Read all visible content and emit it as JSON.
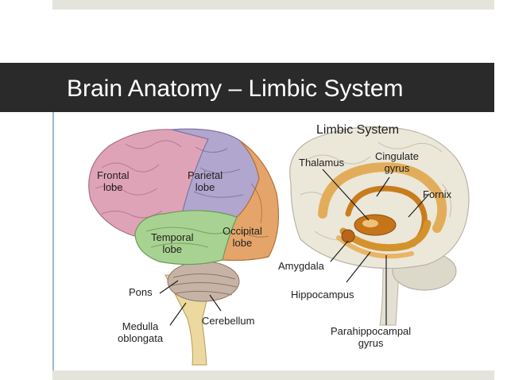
{
  "slide": {
    "title": "Brain Anatomy – Limbic System"
  },
  "left_brain": {
    "lobes": {
      "frontal": [
        "Frontal",
        "lobe"
      ],
      "parietal": [
        "Parietal",
        "lobe"
      ],
      "temporal": [
        "Temporal",
        "lobe"
      ],
      "occipital": [
        "Occipital",
        "lobe"
      ]
    },
    "labels": {
      "pons": "Pons",
      "medulla": [
        "Medulla",
        "oblongata"
      ],
      "cerebellum": "Cerebellum"
    }
  },
  "right_brain": {
    "title": "Limbic System",
    "labels": {
      "thalamus": "Thalamus",
      "cingulate": [
        "Cingulate",
        "gyrus"
      ],
      "fornix": "Fornix",
      "amygdala": "Amygdala",
      "hippocampus": "Hippocampus",
      "parahippocampal": [
        "Parahippocampal",
        "gyrus"
      ]
    }
  },
  "colors": {
    "title_band": "#2a2a2a",
    "frontal": "#dfa3b8",
    "parietal": "#b1a6cd",
    "temporal": "#a8d292",
    "occipital": "#e5a56a",
    "limbic": "#d08a26"
  }
}
